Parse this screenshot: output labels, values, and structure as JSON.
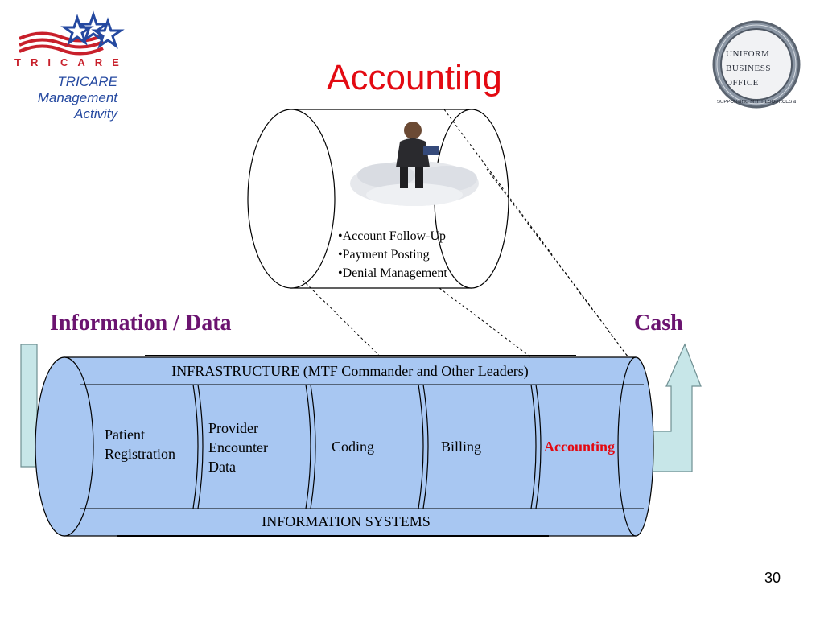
{
  "slide": {
    "title": "Accounting",
    "page_number": "30"
  },
  "logo_left": {
    "word": "TRICARE",
    "sub_lines": [
      "TRICARE",
      "Management",
      "Activity"
    ],
    "colors": {
      "red": "#c8202b",
      "blue": "#2549a0"
    }
  },
  "logo_right": {
    "lines": [
      "UNIFORM",
      "BUSINESS",
      "OFFICE"
    ],
    "ring_text": "SUPPORTING MTF RESOURCES & BUSINESS PERFORMANCE"
  },
  "zoom_cylinder": {
    "bullets": [
      "•Account Follow-Up",
      "•Payment Posting",
      "•Denial Management"
    ]
  },
  "flow": {
    "input_label": "Information / Data",
    "output_label": "Cash",
    "infrastructure": "INFRASTRUCTURE (MTF Commander and Other Leaders)",
    "information_systems": "INFORMATION SYSTEMS",
    "stages": [
      {
        "lines": [
          "Patient",
          "Registration"
        ]
      },
      {
        "lines": [
          "Provider",
          "Encounter",
          "Data"
        ]
      },
      {
        "lines": [
          "Coding"
        ]
      },
      {
        "lines": [
          "Billing"
        ]
      },
      {
        "lines": [
          "Accounting"
        ],
        "highlight": true
      }
    ],
    "colors": {
      "cylinder_fill": "#a8c7f2",
      "arrow_fill": "#c7e6e8",
      "label_purple": "#6b1470",
      "highlight_red": "#e30a12"
    }
  }
}
